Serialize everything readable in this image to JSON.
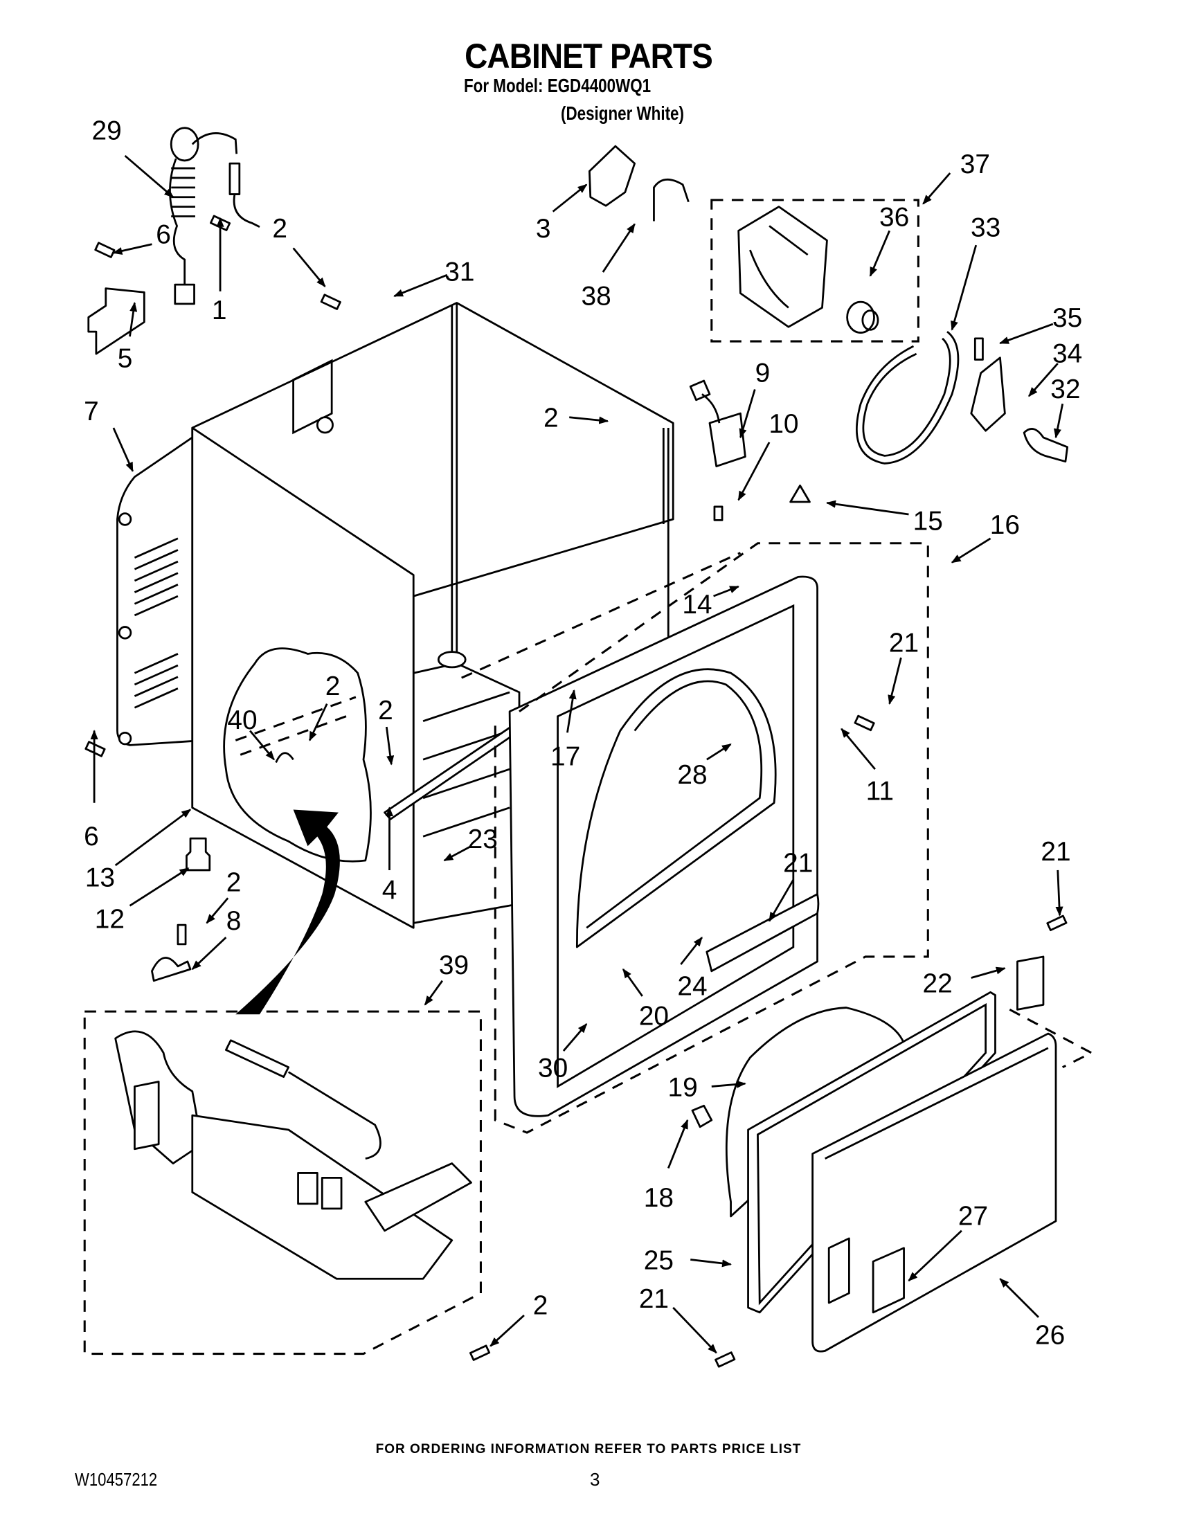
{
  "header": {
    "title": "CABINET PARTS",
    "model_line": "For Model: EGD4400WQ1",
    "variant_line": "(Designer White)"
  },
  "callouts": [
    {
      "number": "29"
    },
    {
      "number": "2"
    },
    {
      "number": "31"
    },
    {
      "number": "6"
    },
    {
      "number": "1"
    },
    {
      "number": "5"
    },
    {
      "number": "7"
    },
    {
      "number": "3"
    },
    {
      "number": "38"
    },
    {
      "number": "37"
    },
    {
      "number": "36"
    },
    {
      "number": "33"
    },
    {
      "number": "35"
    },
    {
      "number": "34"
    },
    {
      "number": "32"
    },
    {
      "number": "9"
    },
    {
      "number": "2"
    },
    {
      "number": "10"
    },
    {
      "number": "15"
    },
    {
      "number": "16"
    },
    {
      "number": "14"
    },
    {
      "number": "21"
    },
    {
      "number": "11"
    },
    {
      "number": "6"
    },
    {
      "number": "13"
    },
    {
      "number": "12"
    },
    {
      "number": "2"
    },
    {
      "number": "40"
    },
    {
      "number": "2"
    },
    {
      "number": "4"
    },
    {
      "number": "23"
    },
    {
      "number": "2"
    },
    {
      "number": "8"
    },
    {
      "number": "17"
    },
    {
      "number": "28"
    },
    {
      "number": "21"
    },
    {
      "number": "24"
    },
    {
      "number": "20"
    },
    {
      "number": "30"
    },
    {
      "number": "39"
    },
    {
      "number": "21"
    },
    {
      "number": "22"
    },
    {
      "number": "19"
    },
    {
      "number": "18"
    },
    {
      "number": "25"
    },
    {
      "number": "27"
    },
    {
      "number": "21"
    },
    {
      "number": "26"
    },
    {
      "number": "2"
    }
  ],
  "footer": {
    "note": "FOR ORDERING INFORMATION REFER TO PARTS PRICE LIST",
    "doc_number": "W10457212",
    "page_number": "3"
  }
}
